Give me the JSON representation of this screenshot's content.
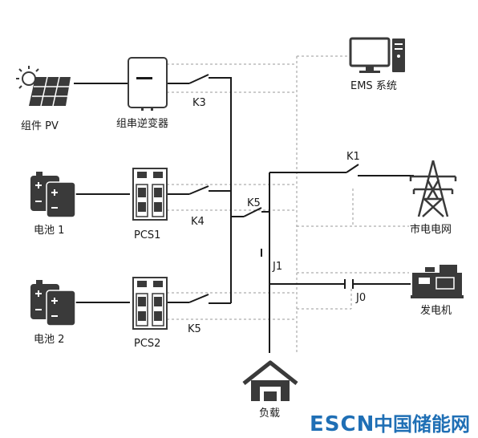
{
  "nodes": {
    "pv": "组件 PV",
    "string_inverter": "组串逆变器",
    "ems": "EMS 系统",
    "battery1": "电池 1",
    "pcs1": "PCS1",
    "battery2": "电池 2",
    "pcs2": "PCS2",
    "grid": "市电电网",
    "generator": "发电机",
    "load": "负载"
  },
  "switches": {
    "k3": "K3",
    "k4": "K4",
    "k5_upper": "K5",
    "k5_lower": "K5",
    "k1": "K1",
    "j1": "J1",
    "j0": "J0"
  },
  "watermark": {
    "brand": "ESCN",
    "site": "中国储能网"
  },
  "colors": {
    "line": "#1a1a1a",
    "dashed": "#9a9a9a",
    "icon": "#3a3a3a",
    "watermark_esc": "#1f6fb5",
    "watermark_n": "#d62b2b",
    "watermark_site": "#1f6fb5"
  }
}
